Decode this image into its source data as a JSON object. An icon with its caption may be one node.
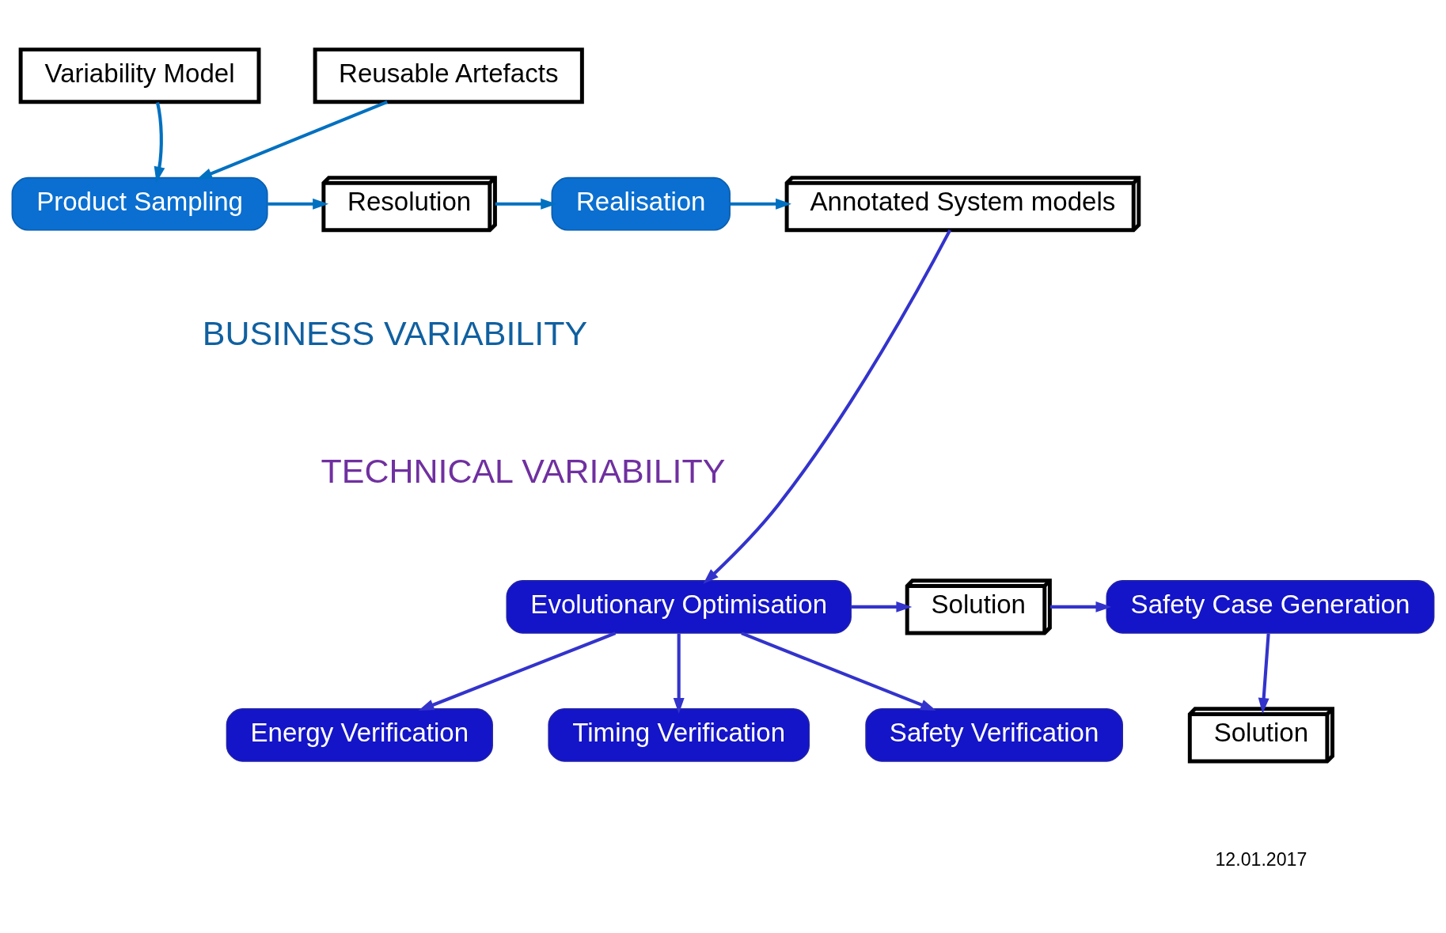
{
  "diagram": {
    "nodes": [
      {
        "text": [
          "Variability Model"
        ]
      },
      {
        "text": [
          "Reusable Artefacts"
        ]
      },
      {
        "text": [
          "Product Sampling"
        ]
      },
      {
        "text": [
          "Resolution"
        ]
      },
      {
        "text": [
          "Realisation"
        ]
      },
      {
        "text": [
          "Annotated System models"
        ]
      },
      {
        "text": [
          "Evolutionary Optimisation"
        ]
      },
      {
        "text": [
          "Solution"
        ]
      },
      {
        "text": [
          "Safety Case Generation"
        ]
      },
      {
        "text": [
          "Solution"
        ]
      },
      {
        "text": [
          "Energy Verification"
        ]
      },
      {
        "text": [
          "Timing Verification"
        ]
      },
      {
        "text": [
          "Safety Verification"
        ]
      }
    ],
    "edges": [
      {
        "from": 0,
        "to": 2,
        "arrow": "to",
        "color": "#0070c0"
      },
      {
        "from": 1,
        "to": 2,
        "arrow": "to",
        "color": "#0070c0"
      },
      {
        "from": 2,
        "to": 3,
        "arrow": "to",
        "color": "#0070c0"
      },
      {
        "from": 3,
        "to": 4,
        "arrow": "to",
        "color": "#0070c0"
      },
      {
        "from": 4,
        "to": 5,
        "arrow": "to",
        "color": "#0070c0"
      },
      {
        "from": 5,
        "to": 6,
        "arrow": "to"
      },
      {
        "from": 6,
        "to": 7,
        "arrow": "to"
      },
      {
        "from": 7,
        "to": 8,
        "arrow": "to"
      },
      {
        "from": 8,
        "to": 9,
        "arrow": "to"
      },
      {
        "from": 6,
        "to": 10,
        "arrow": "to"
      },
      {
        "from": 6,
        "to": 11,
        "arrow": "to"
      },
      {
        "from": 6,
        "to": 12,
        "arrow": "to"
      }
    ],
    "labels": [
      "BUSINESS VARIABILITY",
      "TECHNICAL VARIABILITY",
      "12.01.2017"
    ]
  }
}
